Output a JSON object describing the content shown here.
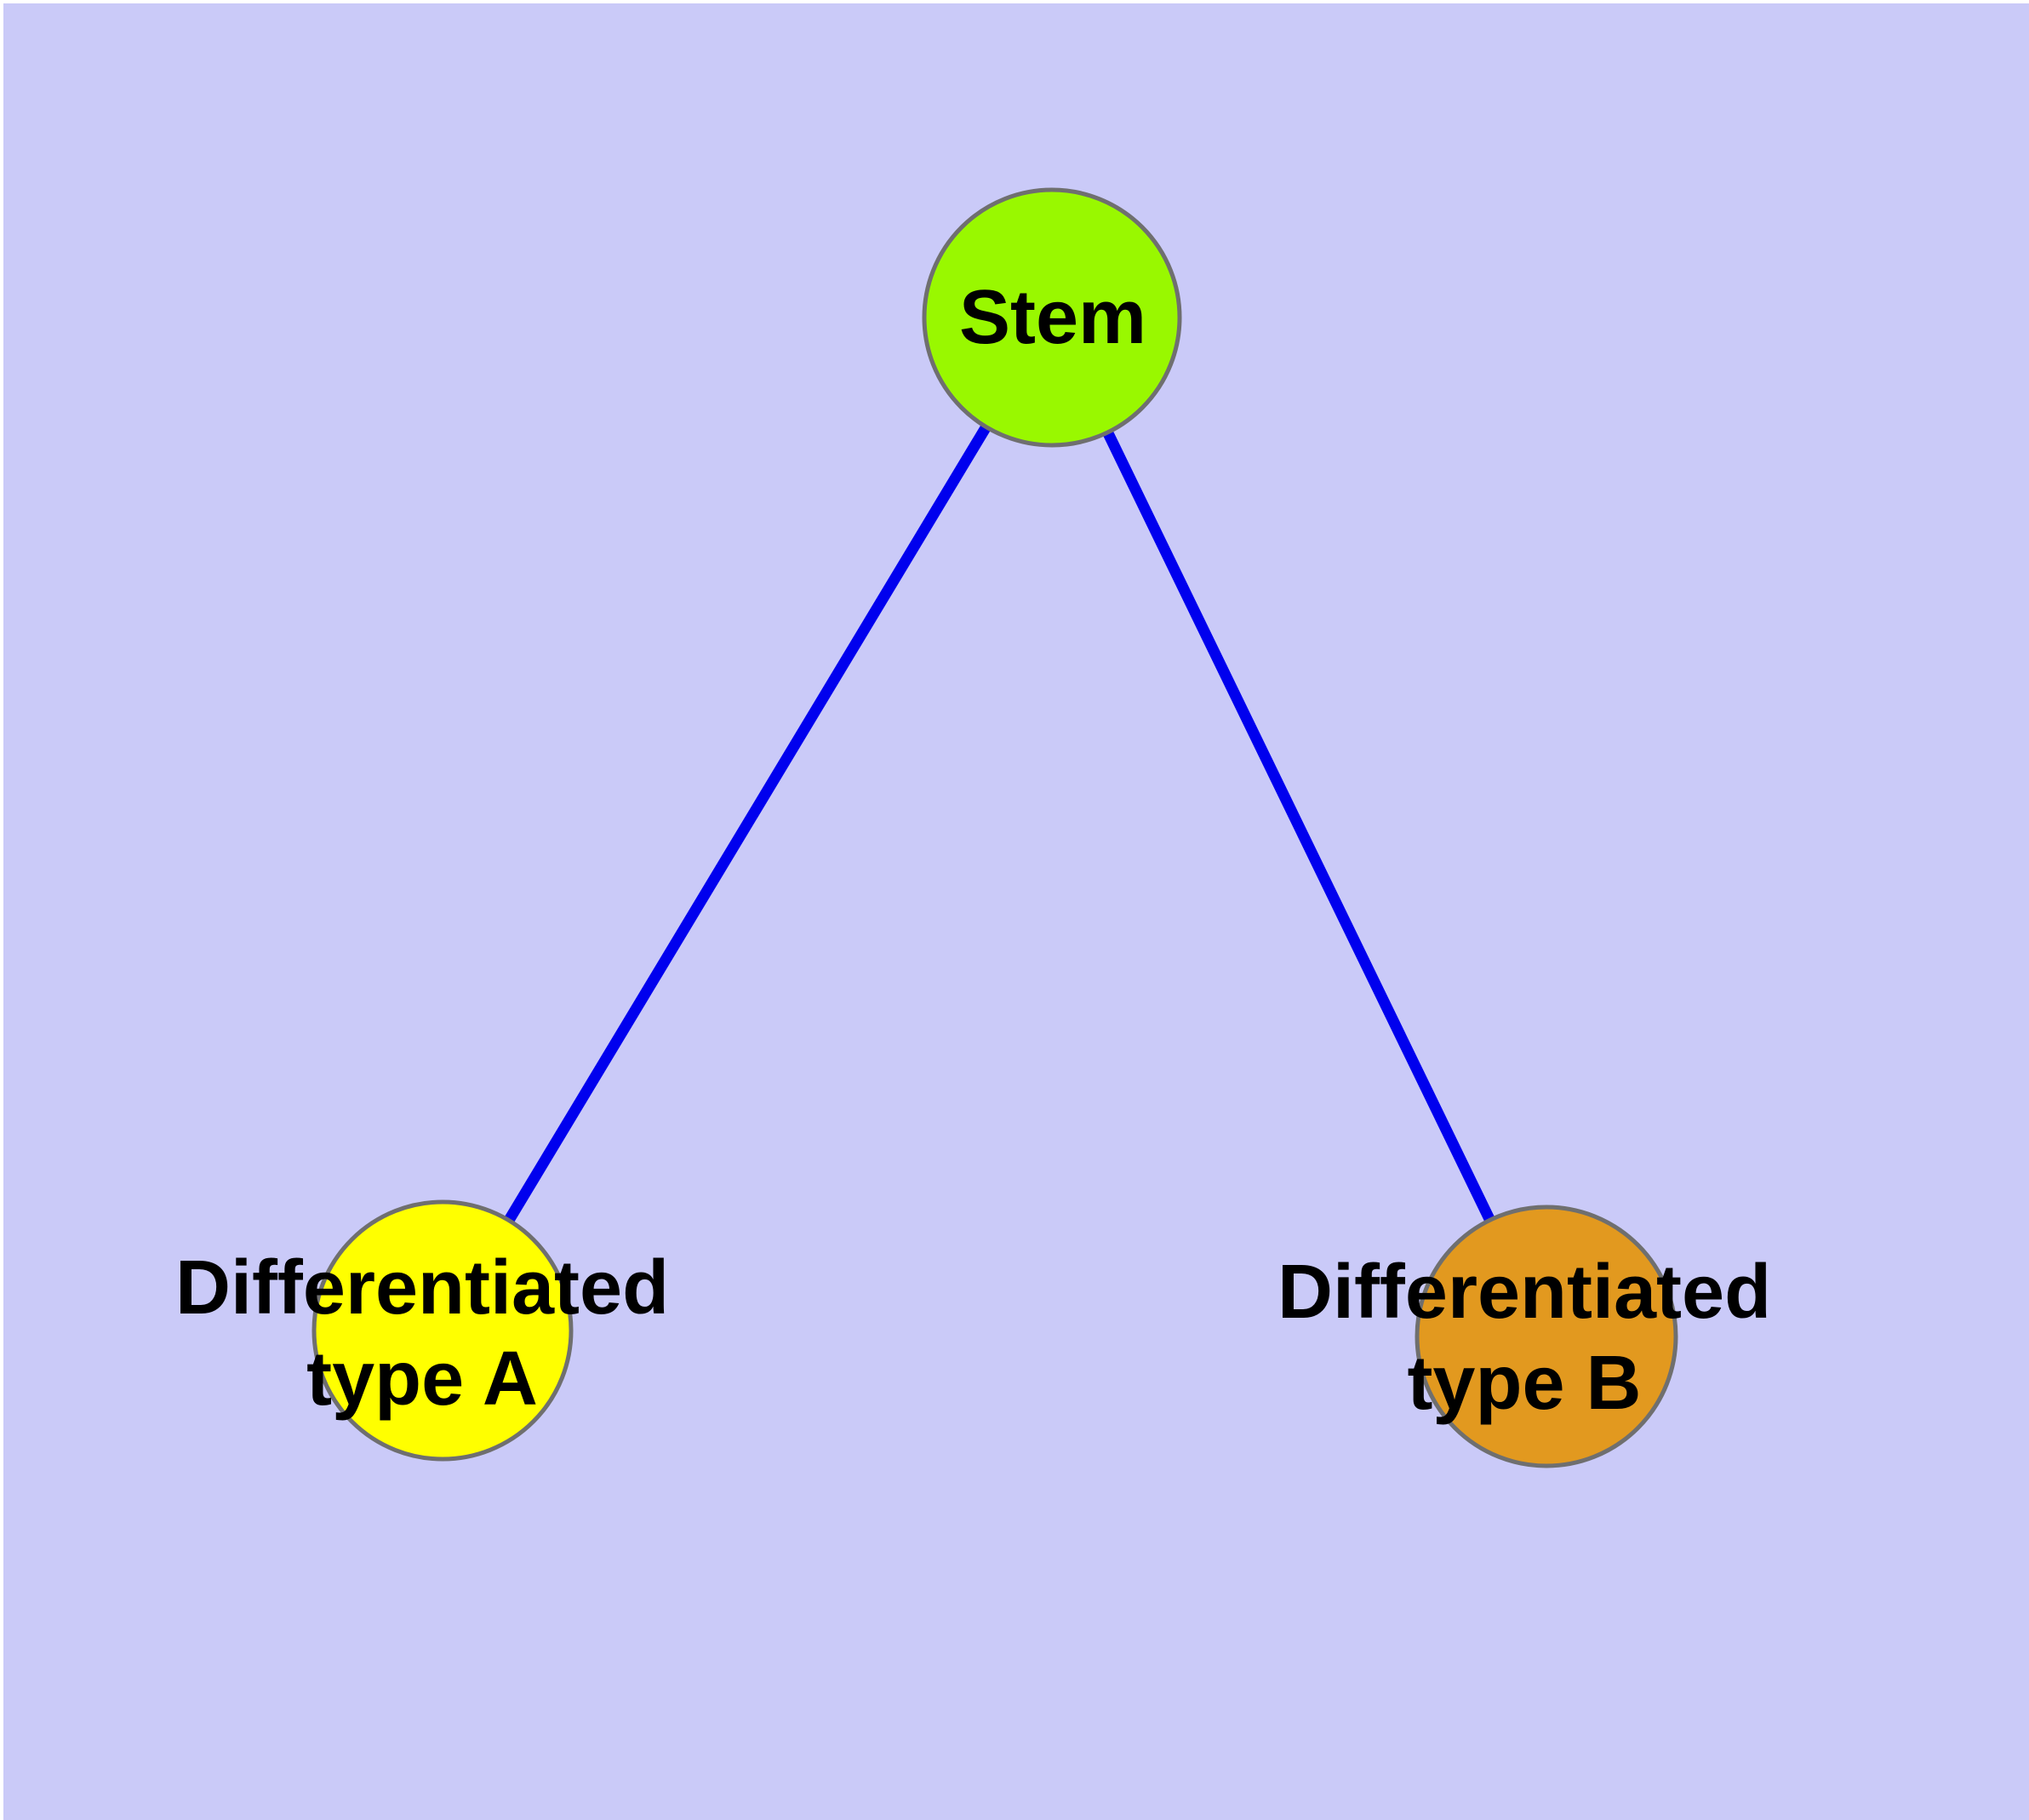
{
  "canvas": {
    "background_color": "#CACAF8",
    "margin_color": "#FFFFFF"
  },
  "nodes": [
    {
      "id": "stem",
      "label": "Stem",
      "fill": "#99F800",
      "border": "#6F6F6F"
    },
    {
      "id": "differentiated-type-a",
      "label_line1": "Differentiated",
      "label_line2": "type A",
      "fill": "#FFFF00",
      "border": "#6F6F6F"
    },
    {
      "id": "differentiated-type-b",
      "label_line1": "Differentiated",
      "label_line2": "type B",
      "fill": "#E2991F",
      "border": "#6F6F6F"
    }
  ],
  "edges": [
    {
      "from": "stem",
      "to": "differentiated-type-a",
      "color": "#0000EE"
    },
    {
      "from": "stem",
      "to": "differentiated-type-b",
      "color": "#0000EE"
    }
  ]
}
